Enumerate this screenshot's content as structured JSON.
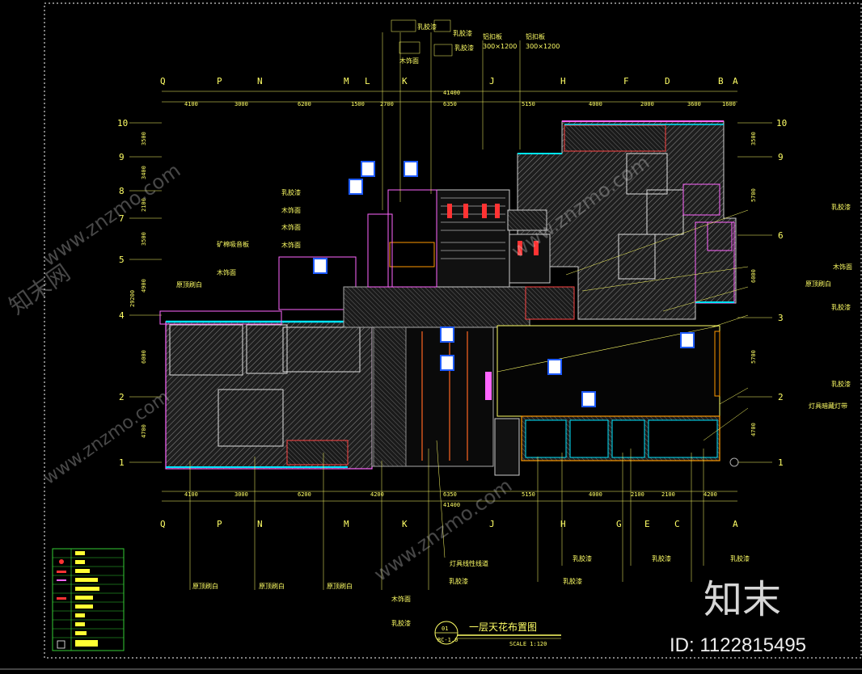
{
  "drawing": {
    "title": "一层天花布置图",
    "scale": "SCALE 1:120",
    "sheet_no": "01",
    "sheet_code": "RC-1.0"
  },
  "grid": {
    "top_letters": [
      "Q",
      "P",
      "N",
      "M",
      "L",
      "K",
      "J",
      "H",
      "F",
      "D",
      "B",
      "A"
    ],
    "bottom_letters": [
      "Q",
      "P",
      "N",
      "M",
      "K",
      "J",
      "H",
      "G",
      "E",
      "C",
      "A"
    ],
    "left_numbers": [
      "10",
      "9",
      "8",
      "7",
      "5",
      "4",
      "2",
      "1"
    ],
    "right_numbers": [
      "10",
      "9",
      "6",
      "3",
      "2",
      "1"
    ]
  },
  "dimensions": {
    "overall": "41400",
    "top": [
      "4100",
      "3000",
      "6200",
      "1500",
      "2700",
      "6350",
      "5150",
      "4000",
      "2000",
      "3600",
      "1600"
    ],
    "bottom": [
      "4100",
      "3000",
      "6200",
      "4200",
      "6350",
      "5150",
      "4000",
      "2100",
      "2100",
      "4200"
    ],
    "left": [
      "3500",
      "3400",
      "2100",
      "3500",
      "4900",
      "6000",
      "4700",
      "29200"
    ],
    "right": [
      "3500",
      "5700",
      "6000",
      "5700",
      "4700"
    ]
  },
  "annotations": {
    "ceiling_white": "原顶刷白",
    "wood_finish": "木饰面",
    "latex_paint": "乳胶漆",
    "mineral_board": "矿棉吸音板",
    "aluminum_grid": "铝扣板",
    "light_trough": "灯具暗藏灯带",
    "lamp_track": "灯具线性线道",
    "lamp_shadow": "灯具暗藏灯带",
    "size_a": "300×1200",
    "size_b": "300×1200"
  },
  "legend": {
    "rows": 11
  },
  "watermark": {
    "brand": "知末",
    "id": "ID: 1122815495",
    "site": "www.znzmo.com",
    "cn": "知末网"
  }
}
